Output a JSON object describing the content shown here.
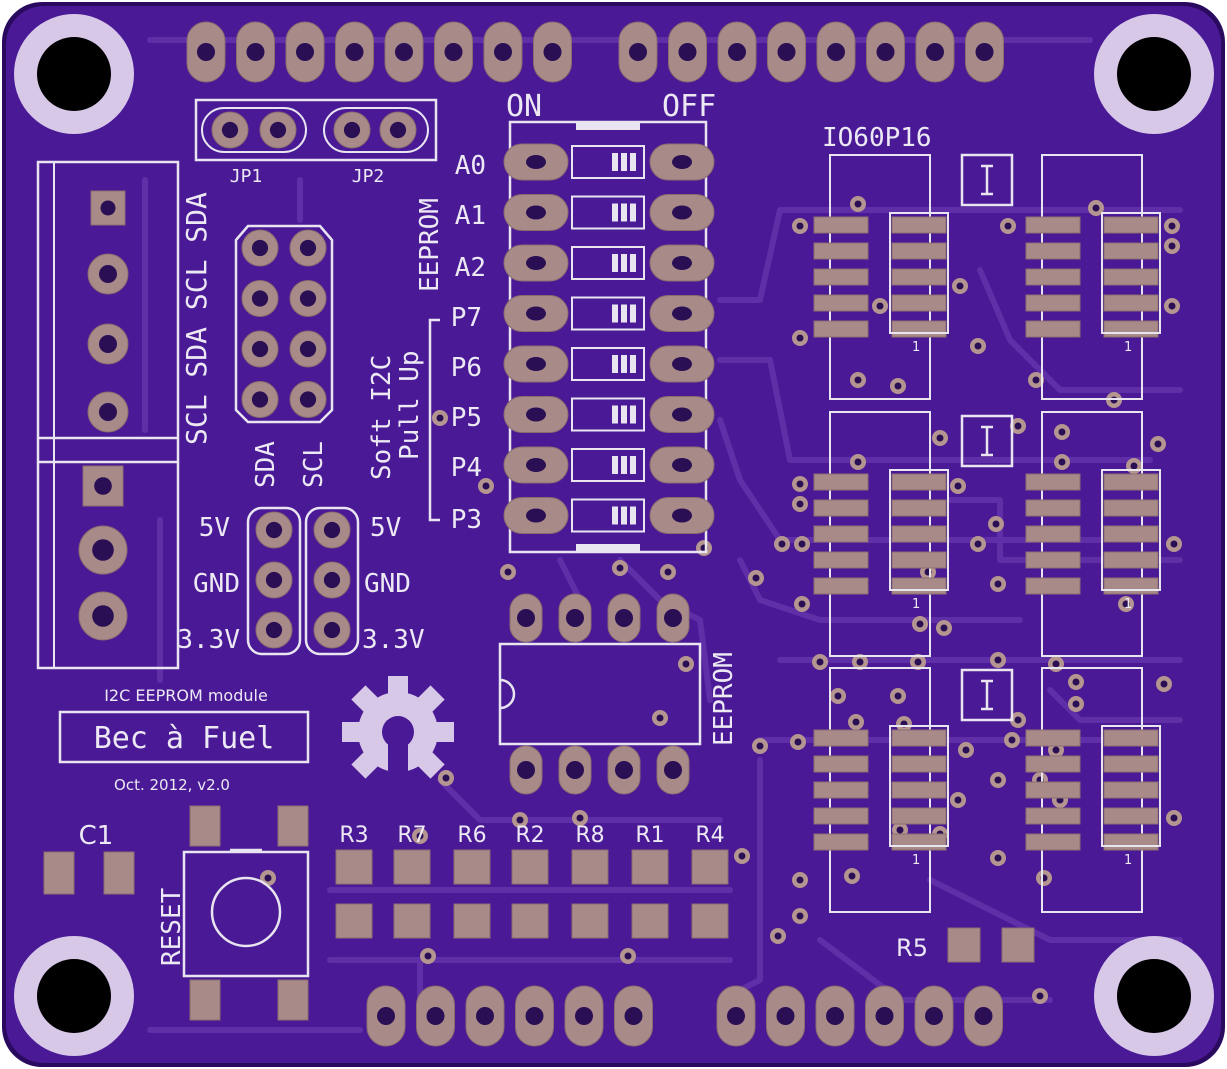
{
  "board": {
    "title": "Bec à Fuel",
    "module": "I2C EEPROM module",
    "date": "Oct. 2012, v2.0",
    "colors": {
      "board": "#4a1a96",
      "board_edge": "#2a0a5e",
      "silk": "#e8e4f0",
      "pad": "#a88a88",
      "hole": "#d8c8e8"
    }
  },
  "labels": {
    "on": "ON",
    "off": "OFF",
    "jp1": "JP1",
    "jp2": "JP2",
    "a0": "A0",
    "a1": "A1",
    "a2": "A2",
    "p7": "P7",
    "p6": "P6",
    "p5": "P5",
    "p4": "P4",
    "p3": "P3",
    "eeprom_side": "EEPROM",
    "soft_i2c": "Soft I2C",
    "pull_up": "Pull Up",
    "sda": "SDA",
    "scl": "SCL",
    "v5_left": "5V",
    "v5_right": "5V",
    "gnd_left": "GND",
    "gnd_right": "GND",
    "v33_left": "3.3V",
    "v33_right": "3.3V",
    "terminal_1": "SCL SDA SCL SDA",
    "eeprom_chip": "EEPROM",
    "io": "IO60P16",
    "c1": "C1",
    "reset": "RESET",
    "resistors": [
      "R3",
      "R7",
      "R6",
      "R2",
      "R8",
      "R1",
      "R4"
    ],
    "r5": "R5",
    "pin1": "1"
  }
}
